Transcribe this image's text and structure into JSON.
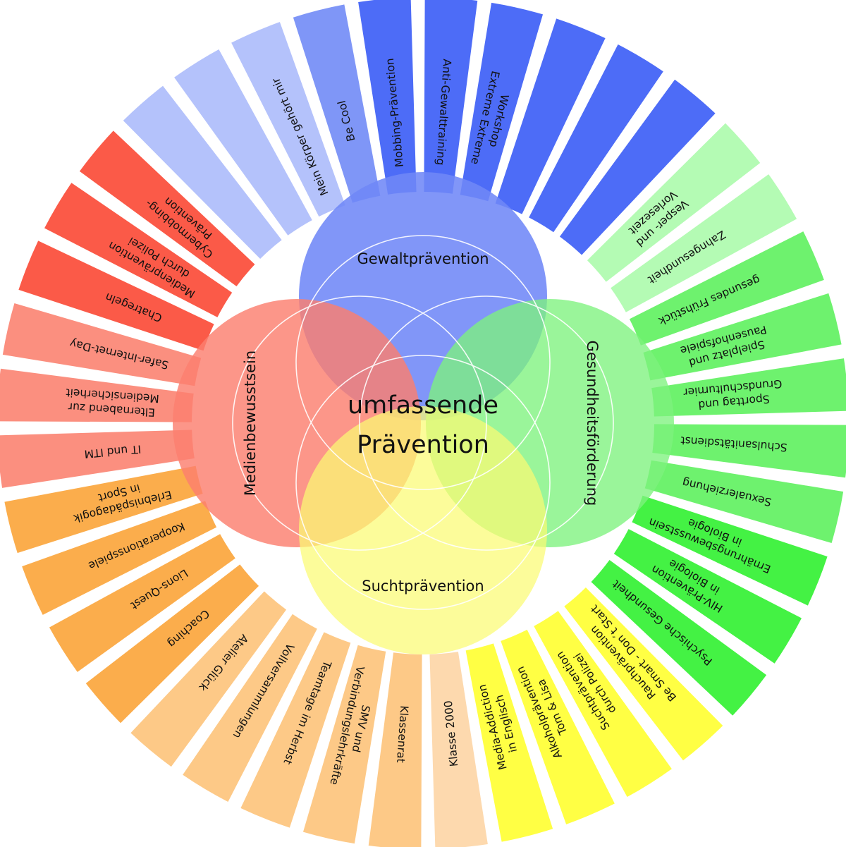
{
  "center": {
    "line1": "umfassende",
    "line2": "Prävention"
  },
  "areas": [
    {
      "id": "gewalt",
      "label": "Gewaltprävention",
      "color": "#6f88f7"
    },
    {
      "id": "gesundheit",
      "label": "Gesundheitsförderung",
      "color": "#7ef27e"
    },
    {
      "id": "sucht",
      "label": "Suchtprävention",
      "color": "#fbfb73"
    },
    {
      "id": "medien",
      "label": "Medienbewusstsein",
      "color": "#fb7f6f"
    }
  ],
  "colors": {
    "blue_strong": "#4d6cf7",
    "blue_mid": "#7f96f7",
    "blue_light": "#b4c2fb",
    "green_light": "#b4fbb4",
    "green_mid": "#6ef26e",
    "green_strong": "#44f244",
    "yellow_strong": "#ffff44",
    "peach": "#fdd9ae",
    "orange_light": "#fdc987",
    "orange_strong": "#fbad4c",
    "red_light": "#fb8f7f",
    "red_strong": "#fb5a48"
  },
  "segments": [
    {
      "lines": [
        "Anti-Gewalttraining"
      ],
      "color": "#4d6cf7"
    },
    {
      "lines": [
        "Workshop",
        "Extreme Extreme"
      ],
      "color": "#4d6cf7"
    },
    {
      "lines": [],
      "color": "#4d6cf7"
    },
    {
      "lines": [],
      "color": "#4d6cf7"
    },
    {
      "lines": [],
      "color": "#4d6cf7"
    },
    {
      "lines": [
        "Vesper- und",
        "Vorlesezeit"
      ],
      "color": "#b4fbb4"
    },
    {
      "lines": [
        "Zahngesundheit"
      ],
      "color": "#b4fbb4"
    },
    {
      "lines": [
        "gesundes Frühstück"
      ],
      "color": "#6ef26e"
    },
    {
      "lines": [
        "Spielplatz und",
        "Pausenhofspiele"
      ],
      "color": "#6ef26e"
    },
    {
      "lines": [
        "Sporttag und",
        "Grundschulturnier"
      ],
      "color": "#6ef26e"
    },
    {
      "lines": [
        "Schulsanitätsdienst"
      ],
      "color": "#6ef26e"
    },
    {
      "lines": [
        "Sexualerziehung"
      ],
      "color": "#6ef26e"
    },
    {
      "lines": [
        "Ernährungsbewusstsein",
        "in Biologie"
      ],
      "color": "#44f244"
    },
    {
      "lines": [
        "HIV-Prävention",
        "in Biologie"
      ],
      "color": "#44f244"
    },
    {
      "lines": [
        "Psychische Gesundheit"
      ],
      "color": "#44f244"
    },
    {
      "lines": [
        "Rauchprävention",
        "Be Smart - Don´t Start"
      ],
      "color": "#ffff44"
    },
    {
      "lines": [
        "Suchtprävention",
        "durch Polizei"
      ],
      "color": "#ffff44"
    },
    {
      "lines": [
        "Alkoholprävention",
        "Tom & Lisa"
      ],
      "color": "#ffff44"
    },
    {
      "lines": [
        "Media-Addiction",
        "in Englisch"
      ],
      "color": "#ffff44"
    },
    {
      "lines": [
        "Klasse 2000"
      ],
      "color": "#fdd9ae"
    },
    {
      "lines": [
        "Klassenrat"
      ],
      "color": "#fdc987"
    },
    {
      "lines": [
        "SMV und",
        "Verbindungslehrkräfte"
      ],
      "color": "#fdc987"
    },
    {
      "lines": [
        "Teamtage im Herbst"
      ],
      "color": "#fdc987"
    },
    {
      "lines": [
        "Vollversammlungen"
      ],
      "color": "#fdc987"
    },
    {
      "lines": [
        "Atelier Glück"
      ],
      "color": "#fdc987"
    },
    {
      "lines": [
        "Coaching"
      ],
      "color": "#fbad4c"
    },
    {
      "lines": [
        "Lions-Quest"
      ],
      "color": "#fbad4c"
    },
    {
      "lines": [
        "Kooperationsspiele"
      ],
      "color": "#fbad4c"
    },
    {
      "lines": [
        "Erlebnispädagogik",
        "in Sport"
      ],
      "color": "#fbad4c"
    },
    {
      "lines": [
        "IT und ITM"
      ],
      "color": "#fb8f7f"
    },
    {
      "lines": [
        "Elternabend zur",
        "Mediensicherheit"
      ],
      "color": "#fb8f7f"
    },
    {
      "lines": [
        "Safer-Internet-Day"
      ],
      "color": "#fb8f7f"
    },
    {
      "lines": [
        "Chatregeln"
      ],
      "color": "#fb5a48"
    },
    {
      "lines": [
        "Medienprävention",
        "durch Polizei"
      ],
      "color": "#fb5a48"
    },
    {
      "lines": [
        "Cybermobbing-",
        "Prävention"
      ],
      "color": "#fb5a48"
    },
    {
      "lines": [],
      "color": "#b4c2fb"
    },
    {
      "lines": [],
      "color": "#b4c2fb"
    },
    {
      "lines": [
        "Mein Körper gehört mir"
      ],
      "color": "#b4c2fb"
    },
    {
      "lines": [
        "Be Cool"
      ],
      "color": "#7f96f7"
    },
    {
      "lines": [
        "Mobbing-Prävention"
      ],
      "color": "#4d6cf7"
    }
  ]
}
